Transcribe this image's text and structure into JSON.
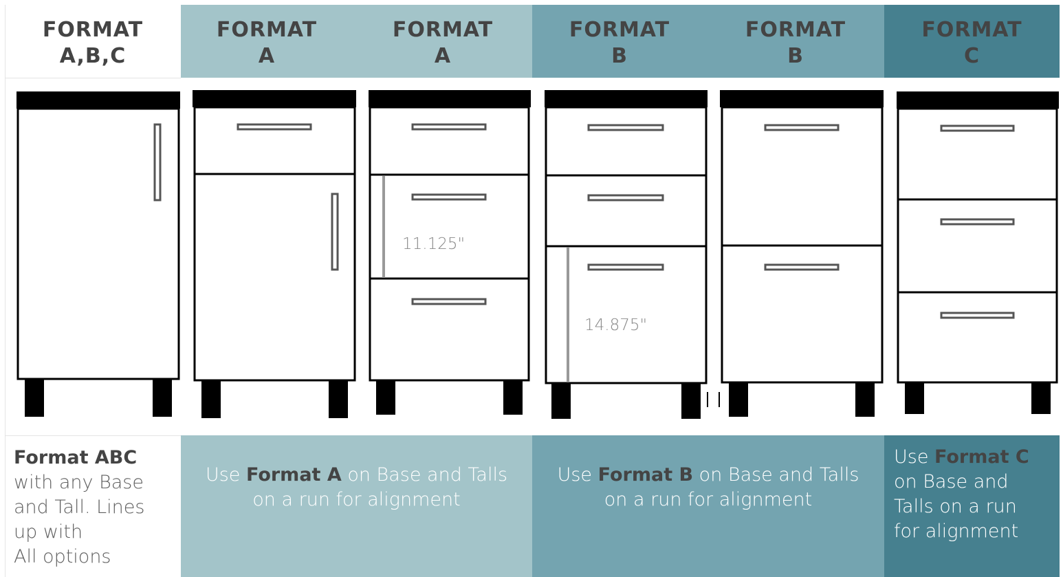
{
  "colors": {
    "format_abc_bg": "#ffffff",
    "format_a_bg": "#a3c4c9",
    "format_b_bg": "#74a4b0",
    "format_c_bg": "#46808f",
    "header_text": "#444444",
    "dimension_text": "#888888"
  },
  "headers": [
    {
      "line1": "FORMAT",
      "line2": "A,B,C"
    },
    {
      "line1": "FORMAT",
      "line2": "A"
    },
    {
      "line1": "FORMAT",
      "line2": "A"
    },
    {
      "line1": "FORMAT",
      "line2": "B"
    },
    {
      "line1": "FORMAT",
      "line2": "B"
    },
    {
      "line1": "FORMAT",
      "line2": "C"
    }
  ],
  "dimensions": {
    "format_a_drawer": "11.125\"",
    "format_b_drawer": "14.875\""
  },
  "footer": {
    "abc": {
      "bold": "Format ABC",
      "lines": [
        "with any Base",
        "and Tall. Lines",
        "up with",
        "All options"
      ]
    },
    "a": {
      "prefix": "Use ",
      "bold": "Format A",
      "suffix": " on Base and Talls",
      "line2": "on a run for alignment"
    },
    "b": {
      "prefix": "Use ",
      "bold": "Format B",
      "suffix": " on Base and Talls",
      "line2": "on a run for alignment"
    },
    "c": {
      "prefix": "Use ",
      "bold": "Format C",
      "lines": [
        "on Base and",
        "Talls on a run",
        "for alignment"
      ]
    }
  }
}
